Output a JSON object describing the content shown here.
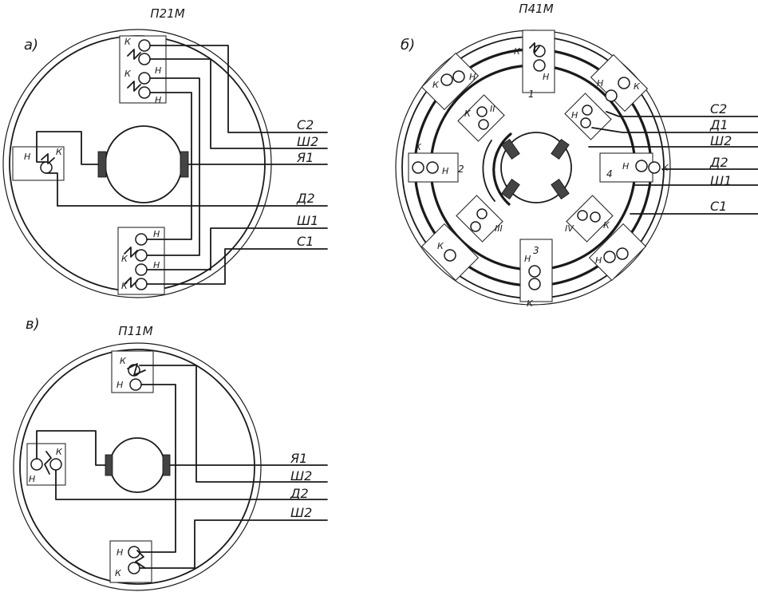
{
  "titles": {
    "p21m": "П21М",
    "p41m": "П41М",
    "p11m": "П11М"
  },
  "sublabels": {
    "a": "а)",
    "b": "б)",
    "v": "в)"
  },
  "terminal_letters": {
    "k": "К",
    "n": "Н"
  },
  "p21m_wires": [
    "С2",
    "Ш2",
    "Я1",
    "Д2",
    "Ш1",
    "С1"
  ],
  "p41m_wires": [
    "С2",
    "Д1",
    "Ш2",
    "Д2",
    "Ш1",
    "С1"
  ],
  "p11m_wires": [
    "Я1",
    "Ш2",
    "Д2",
    "Ш2"
  ],
  "p41m_pole_numbers": [
    "1",
    "2",
    "3",
    "4"
  ],
  "p41m_interpole_numbers": [
    "II",
    "III",
    "IV"
  ]
}
